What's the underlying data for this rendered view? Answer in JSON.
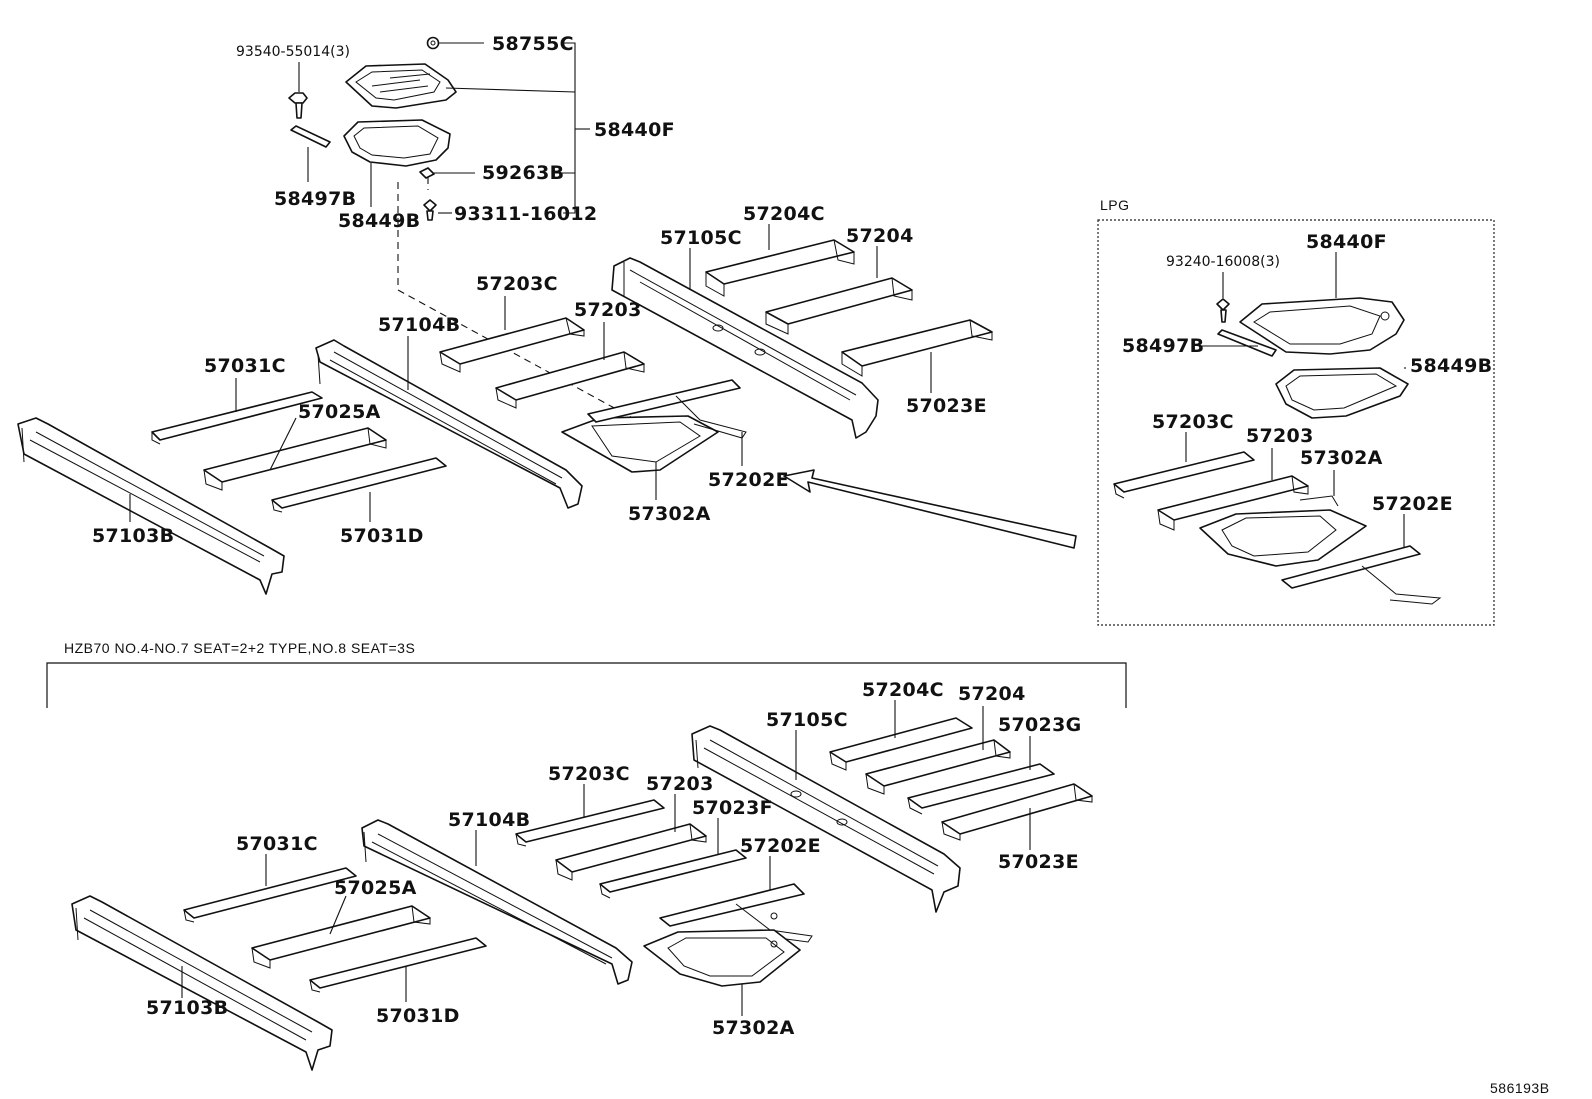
{
  "diagram_code": "586193B",
  "top": {
    "labels": {
      "bolt_a": "93540-55014(3)",
      "cap": "58755C",
      "cover_assy": "58440F",
      "bracket": "58497B",
      "gasket": "58449B",
      "clip": "59263B",
      "bolt_b": "93311-16012",
      "rail_105c": "57105C",
      "mem_204c": "57204C",
      "mem_204": "57204",
      "mem_203c": "57203C",
      "mem_203": "57203",
      "rail_104b": "57104B",
      "mem_031c": "57031C",
      "mem_025a": "57025A",
      "mem_023e": "57023E",
      "rail_103b": "57103B",
      "mem_031d": "57031D",
      "pan_302a": "57302A",
      "mem_202e": "57202E"
    }
  },
  "lpg": {
    "title": "LPG",
    "labels": {
      "bolt": "93240-16008(3)",
      "cover": "58440F",
      "bracket": "58497B",
      "gasket": "58449B",
      "mem_203c": "57203C",
      "mem_203": "57203",
      "pan_302a": "57302A",
      "mem_202e": "57202E"
    }
  },
  "bottom": {
    "caption": "HZB70  NO.4-NO.7 SEAT=2+2 TYPE,NO.8 SEAT=3S",
    "labels": {
      "mem_204c": "57204C",
      "mem_204": "57204",
      "rail_105c": "57105C",
      "mem_023g": "57023G",
      "mem_203c": "57203C",
      "mem_203": "57203",
      "mem_023f": "57023F",
      "rail_104b": "57104B",
      "mem_202e": "57202E",
      "mem_031c": "57031C",
      "mem_025a": "57025A",
      "mem_023e": "57023E",
      "rail_103b": "57103B",
      "mem_031d": "57031D",
      "pan_302a": "57302A"
    }
  }
}
